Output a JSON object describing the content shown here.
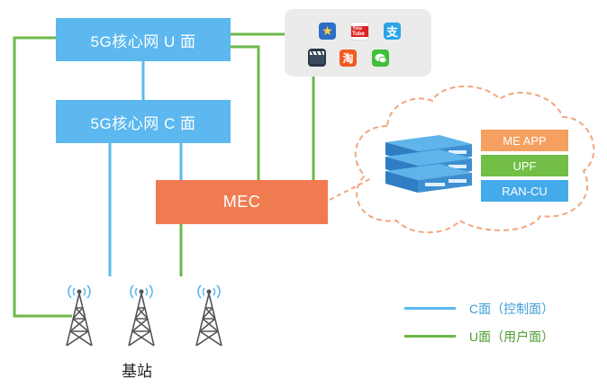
{
  "nodes": {
    "u_plane": "5G核心网 U 面",
    "c_plane": "5G核心网 C 面",
    "mec": "MEC"
  },
  "apps": [
    "star-app-icon",
    "youtube-app-icon",
    "alipay-app-icon",
    "video-app-icon",
    "taobao-app-icon",
    "wechat-app-icon"
  ],
  "app_labels": {
    "youtube": "You Tube",
    "alipay": "支",
    "taobao": "淘"
  },
  "mec_stack": [
    "ME APP",
    "UPF",
    "RAN-CU"
  ],
  "base_station_label": "基站",
  "legend": {
    "c_plane": "C面（控制面）",
    "u_plane": "U面（用户面）"
  },
  "colors": {
    "c_line": "#5cb8ee",
    "u_line": "#6db84a",
    "mec": "#f07b50",
    "me_app": "#f5a060",
    "upf": "#72be47",
    "ran_cu": "#44aaea"
  }
}
